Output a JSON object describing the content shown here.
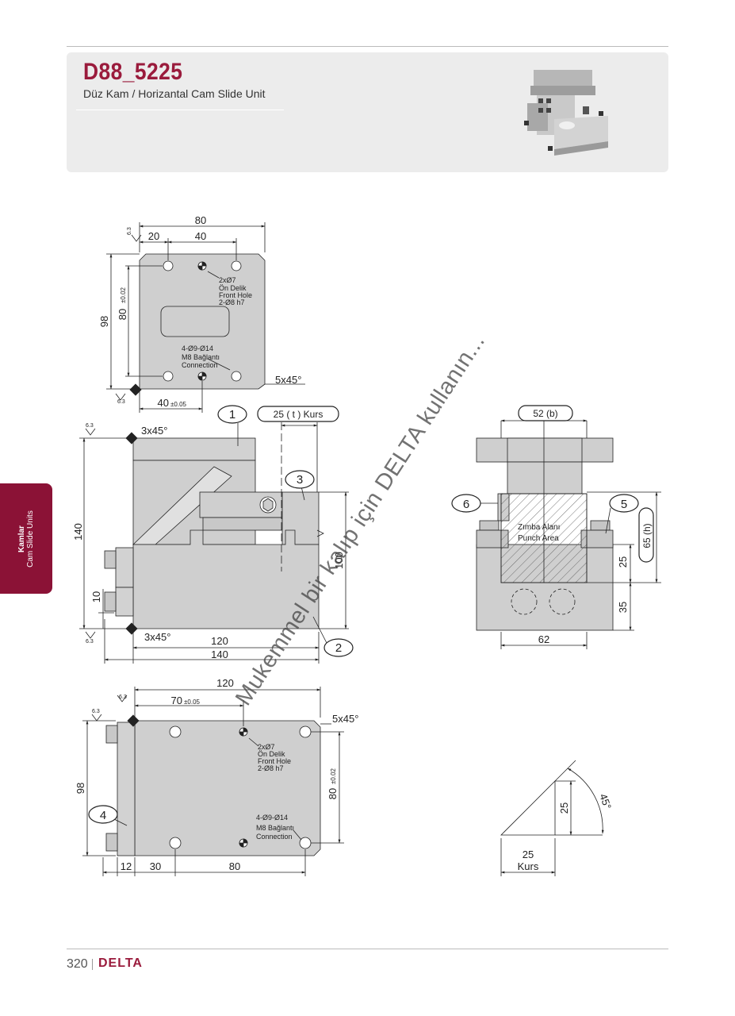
{
  "header": {
    "code": "D88_5225",
    "subtitle": "Düz Kam / Horizantal Cam Slide Unit"
  },
  "sidetab": {
    "line1": "Kamlar",
    "line2": "Cam Slide Units"
  },
  "top_view": {
    "dim_80": "80",
    "dim_20": "20",
    "dim_40": "40",
    "dim_98": "98",
    "dim_80tol": "80",
    "tol_002": "±0.02",
    "dim_40tol": "40",
    "tol_005": "±0.05",
    "chamfer": "5x45°",
    "rough": "6.3",
    "front_hole": [
      "2xØ7",
      "Ön Delik",
      "Front Hole",
      "2-Ø8 h7"
    ],
    "connection": [
      "4-Ø9-Ø14",
      "M8 Bağlantı",
      "Connection"
    ]
  },
  "side_view": {
    "dim_140v": "140",
    "dim_10": "10",
    "dim_120": "120",
    "dim_140h": "140",
    "dim_100": "100",
    "chamfer_top": "3x45°",
    "chamfer_bot": "3x45°",
    "stroke": "25 ( t ) Kurs",
    "callouts": [
      "1",
      "2",
      "3"
    ]
  },
  "front_view": {
    "dim_52": "52 (b)",
    "dim_62": "62",
    "dim_65": "65 (h)",
    "dim_25": "25",
    "dim_35": "35",
    "punch_area": [
      "Zımba Alanı",
      "Punch Area"
    ],
    "callouts": [
      "6",
      "5"
    ]
  },
  "bottom_view": {
    "dim_120": "120",
    "dim_70": "70",
    "tol_005": "±0.05",
    "dim_98": "98",
    "dim_80": "80",
    "tol_002": "±0.02",
    "dim_12": "12",
    "dim_30": "30",
    "dim_80h": "80",
    "chamfer": "5x45°",
    "front_hole": [
      "2xØ7",
      "Ön Delik",
      "Front Hole",
      "2-Ø8 h7"
    ],
    "connection": [
      "4-Ø9-Ø14",
      "M8 Bağlantı",
      "Connection"
    ],
    "callout": "4"
  },
  "angle_view": {
    "dim_25v": "25",
    "dim_25h": "25",
    "kurs": "Kurs",
    "angle": "45°"
  },
  "watermark": "Mukemmel bir kalıp için DELTA kullanın...",
  "footer": {
    "page": "320",
    "brand": "DELTA"
  }
}
